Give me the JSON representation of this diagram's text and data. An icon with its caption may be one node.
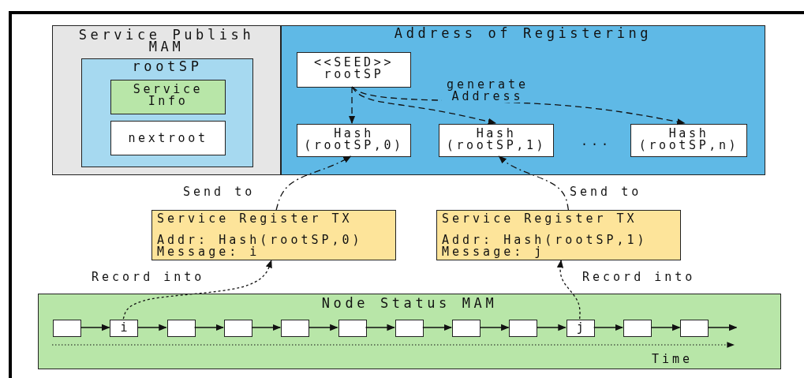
{
  "diagram": {
    "nodes": [
      {
        "text": [
          "Service Publish MAM"
        ]
      },
      {
        "text": [
          "rootSP"
        ],
        "in": 0
      },
      {
        "text": [
          "Service Info"
        ],
        "in": 1
      },
      {
        "text": [
          "nextroot"
        ],
        "in": 1
      },
      {
        "text": [
          "Address of Registering"
        ]
      },
      {
        "text": [
          "<<SEED>> rootSP"
        ],
        "in": 4
      },
      {
        "text": [
          "Hash (rootSP,0)"
        ],
        "in": 4
      },
      {
        "text": [
          "Hash (rootSP,1)"
        ],
        "in": 4
      },
      {
        "text": [
          "Hash (rootSP,n)"
        ],
        "in": 4
      },
      {
        "text": [
          "Service Register TX",
          "Addr: Hash(rootSP,0) Message: i"
        ]
      },
      {
        "text": [
          "Service Register TX",
          "Addr: Hash(rootSP,1) Message: j"
        ]
      },
      {
        "text": [
          "Node Status MAM"
        ]
      },
      {
        "text": [],
        "shape": "box",
        "in": 11
      },
      {
        "text": [
          "i"
        ],
        "in": 11
      },
      {
        "text": [],
        "shape": "box",
        "in": 11
      },
      {
        "text": [],
        "shape": "box",
        "in": 11
      },
      {
        "text": [],
        "shape": "box",
        "in": 11
      },
      {
        "text": [],
        "shape": "box",
        "in": 11
      },
      {
        "text": [],
        "shape": "box",
        "in": 11
      },
      {
        "text": [],
        "shape": "box",
        "in": 11
      },
      {
        "text": [],
        "shape": "box",
        "in": 11
      },
      {
        "text": [
          "j"
        ],
        "in": 11
      },
      {
        "text": [],
        "shape": "box",
        "in": 11
      },
      {
        "text": [],
        "shape": "box",
        "in": 11
      }
    ],
    "edges": [
      {
        "from": 5,
        "to": 6,
        "arrow": "to",
        "style": "dashed"
      },
      {
        "from": 5,
        "to": 7,
        "arrow": "to",
        "style": "dashed"
      },
      {
        "from": 5,
        "to": 8,
        "arrow": "to",
        "style": "dashed"
      },
      {
        "from": 9,
        "to": 6,
        "arrow": "to",
        "style": "dashed",
        "label": "Send to"
      },
      {
        "from": 10,
        "to": 7,
        "arrow": "to",
        "style": "dashed",
        "label": "Send to"
      },
      {
        "from": 13,
        "to": 9,
        "arrow": "to",
        "style": "dashed",
        "label": "Record into"
      },
      {
        "from": 21,
        "to": 10,
        "arrow": "to",
        "style": "dashed",
        "label": "Record into"
      },
      {
        "from": 12,
        "to": 13,
        "arrow": "to"
      },
      {
        "from": 13,
        "to": 14,
        "arrow": "to"
      },
      {
        "from": 14,
        "to": 15,
        "arrow": "to"
      },
      {
        "from": 15,
        "to": 16,
        "arrow": "to"
      },
      {
        "from": 16,
        "to": 17,
        "arrow": "to"
      },
      {
        "from": 17,
        "to": 18,
        "arrow": "to"
      },
      {
        "from": 18,
        "to": 19,
        "arrow": "to"
      },
      {
        "from": 19,
        "to": 20,
        "arrow": "to"
      },
      {
        "from": 20,
        "to": 21,
        "arrow": "to"
      },
      {
        "from": 21,
        "to": 22,
        "arrow": "to"
      },
      {
        "from": 22,
        "to": 23,
        "arrow": "to"
      },
      {
        "from": 23,
        "to": null,
        "arrow": "to"
      }
    ],
    "labels": [
      "generate Address",
      "...",
      "Time"
    ]
  }
}
